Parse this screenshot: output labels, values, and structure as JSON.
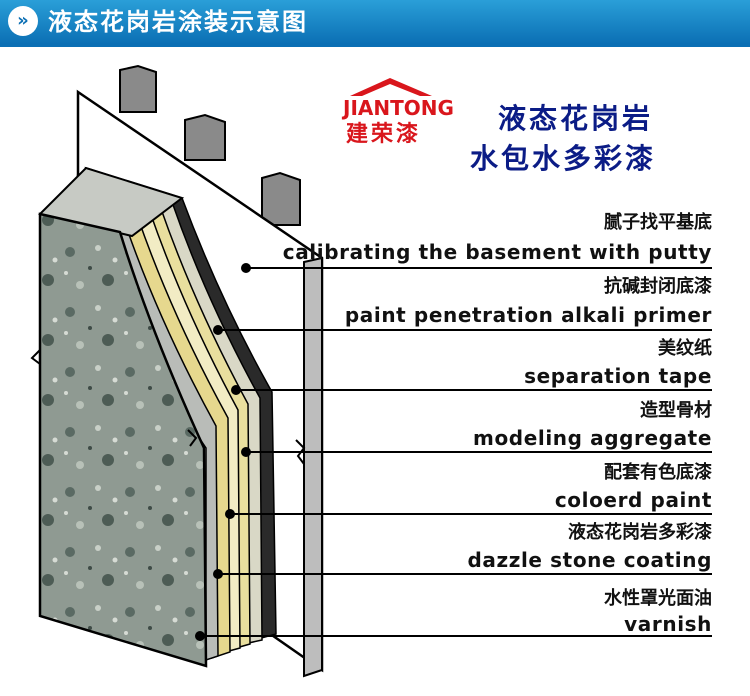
{
  "header": {
    "title": "液态花岗岩涂装示意图",
    "icon": "double-chevron-right-icon"
  },
  "brand": {
    "name_en": "JIANTONG",
    "name_cn": "建荣漆",
    "color": "#d9161c",
    "icon": "roof-icon"
  },
  "product": {
    "line1": "液态花岗岩",
    "line2": "水包水多彩漆",
    "color": "#0b1c86"
  },
  "layers": [
    {
      "cn": "腻子找平基底",
      "en": "calibrating the basement with putty"
    },
    {
      "cn": "抗碱封闭底漆",
      "en": "paint penetration alkali primer"
    },
    {
      "cn": "美纹纸",
      "en": "separation tape"
    },
    {
      "cn": "造型骨材",
      "en": "modeling  aggregate"
    },
    {
      "cn": "配套有色底漆",
      "en": "coloerd paint"
    },
    {
      "cn": "液态花岗岩多彩漆",
      "en": "dazzle stone coating"
    },
    {
      "cn": "水性罩光面油",
      "en": "varnish"
    }
  ]
}
